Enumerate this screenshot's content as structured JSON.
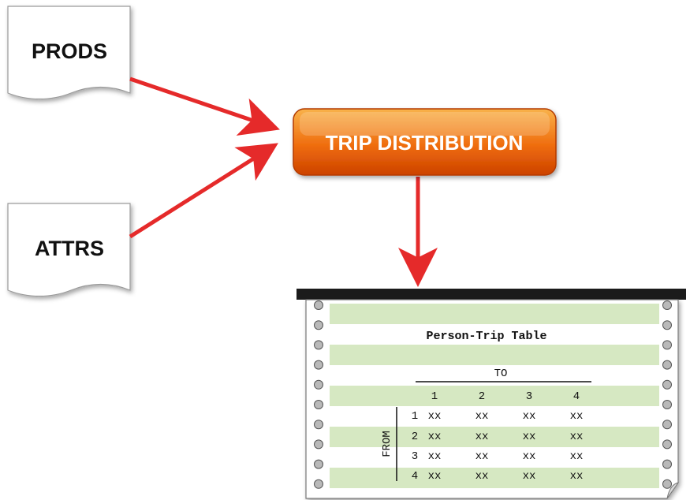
{
  "inputs": {
    "prods": "PRODS",
    "attrs": "ATTRS"
  },
  "process": {
    "label": "TRIP DISTRIBUTION"
  },
  "output": {
    "title": "Person-Trip Table",
    "to_label": "TO",
    "from_label": "FROM",
    "columns": [
      "1",
      "2",
      "3",
      "4"
    ],
    "rows": [
      {
        "id": "1",
        "cells": [
          "xx",
          "xx",
          "xx",
          "xx"
        ]
      },
      {
        "id": "2",
        "cells": [
          "xx",
          "xx",
          "xx",
          "xx"
        ]
      },
      {
        "id": "3",
        "cells": [
          "xx",
          "xx",
          "xx",
          "xx"
        ]
      },
      {
        "id": "4",
        "cells": [
          "xx",
          "xx",
          "xx",
          "xx"
        ]
      }
    ]
  },
  "colors": {
    "arrow": "#e52a2a",
    "process_top": "#f7a53a",
    "process_bottom": "#d14a00",
    "stripe": "#d6e8c2",
    "paper": "#ffffff"
  }
}
